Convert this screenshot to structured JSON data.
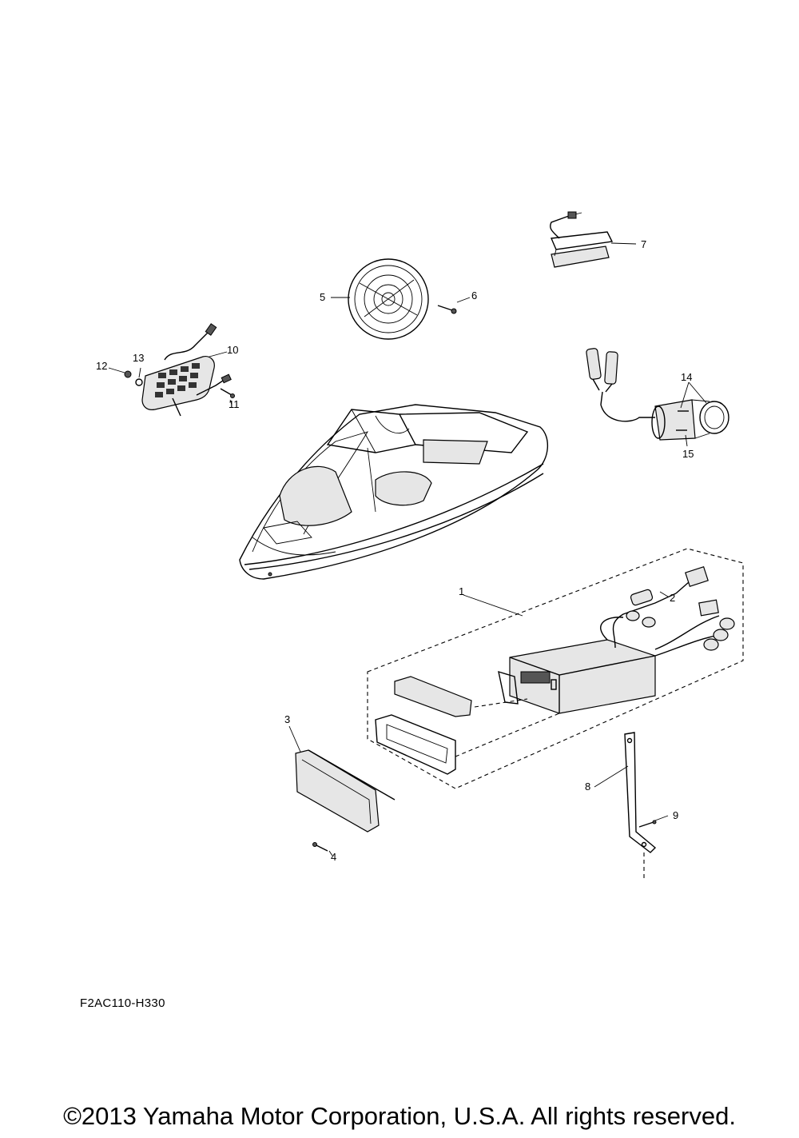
{
  "diagram_ref": "F2AC110-H330",
  "copyright": "©2013 Yamaha Motor Corporation, U.S.A. All rights reserved.",
  "callouts": [
    "1",
    "2",
    "3",
    "4",
    "5",
    "6",
    "7",
    "8",
    "9",
    "10",
    "11",
    "12",
    "13",
    "14",
    "15"
  ]
}
